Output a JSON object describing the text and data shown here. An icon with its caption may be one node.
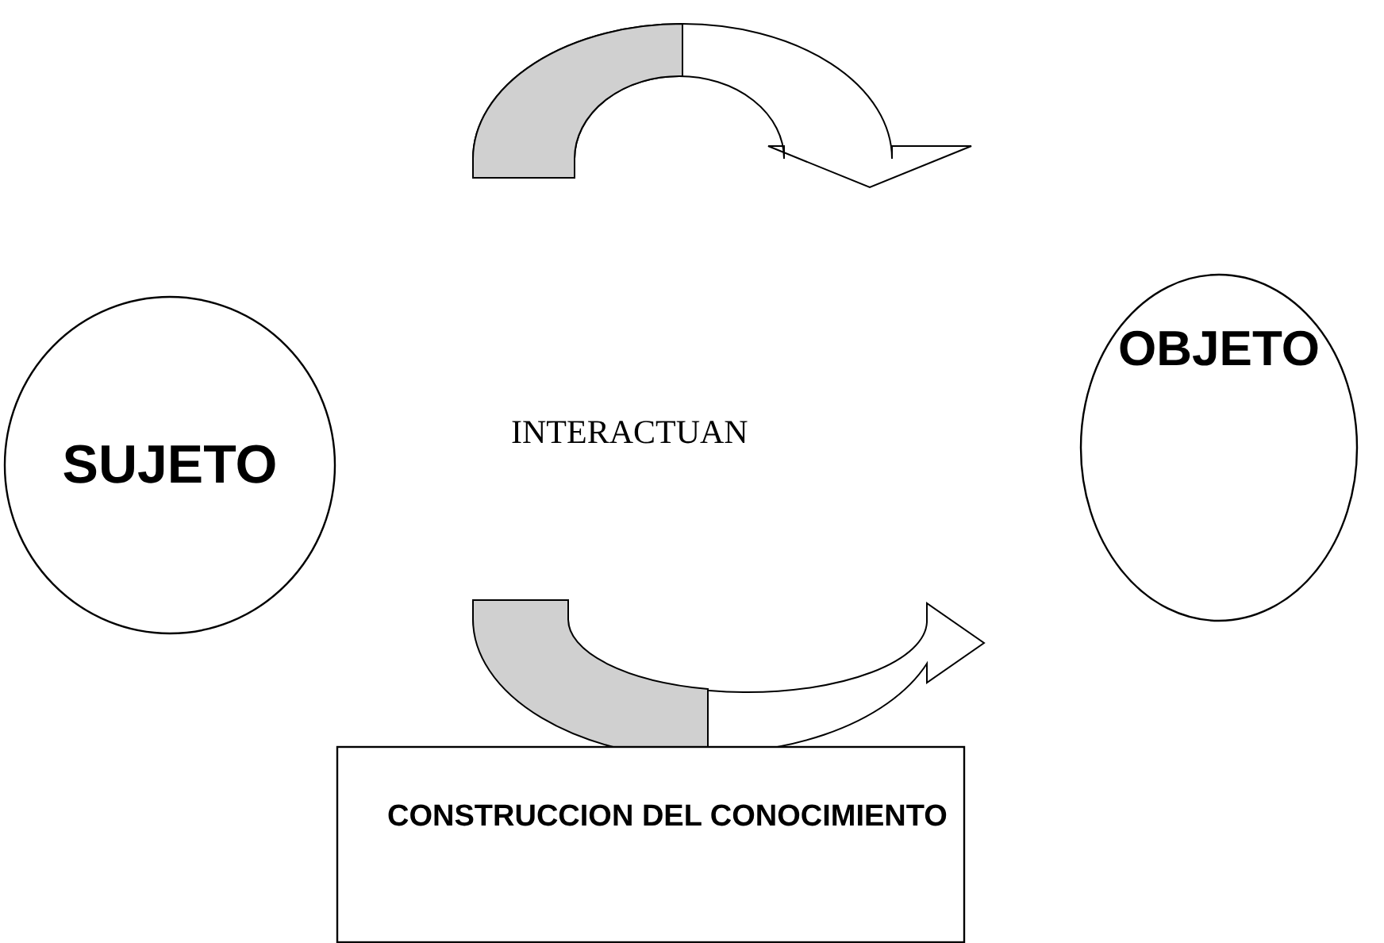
{
  "diagram": {
    "nodes": [
      {
        "text": [
          "SUJETO"
        ]
      },
      {
        "text": [
          "OBJETO"
        ]
      },
      {
        "text": [
          "CONSTRUCCION DEL CONOCIMIENTO"
        ]
      }
    ],
    "edges": [
      {
        "from": 0,
        "to": 1,
        "arrow": "to"
      },
      {
        "from": 0,
        "to": 1,
        "arrow": "to"
      }
    ],
    "labels": [
      "INTERACTUAN"
    ]
  }
}
